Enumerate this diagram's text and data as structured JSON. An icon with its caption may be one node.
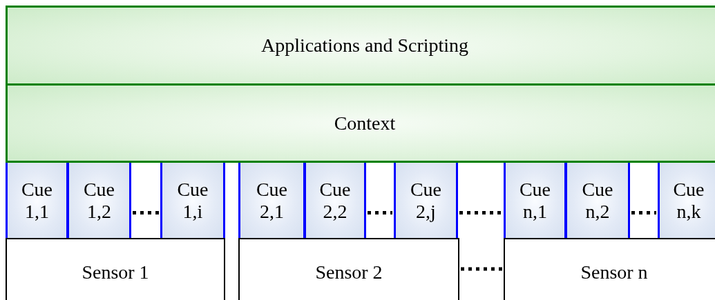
{
  "diagram": {
    "nodes": [
      {
        "text": [
          "Applications and Scripting"
        ]
      },
      {
        "text": [
          "Context"
        ]
      },
      {
        "text": [
          "Cue 1,1"
        ]
      },
      {
        "text": [
          "Cue 1,2"
        ]
      },
      {
        "text": [
          "Cue 1,i"
        ]
      },
      {
        "text": [
          "Cue 2,1"
        ]
      },
      {
        "text": [
          "Cue 2,2"
        ]
      },
      {
        "text": [
          "Cue 2,j"
        ]
      },
      {
        "text": [
          "Cue n,1"
        ]
      },
      {
        "text": [
          "Cue n,2"
        ]
      },
      {
        "text": [
          "Cue n,k"
        ]
      },
      {
        "text": [
          "Sensor 1"
        ]
      },
      {
        "text": [
          "Sensor 2"
        ]
      },
      {
        "text": [
          "Sensor n"
        ]
      }
    ],
    "edges": [
      {
        "from": 3,
        "to": 4,
        "arrow": "none",
        "style": "dashed"
      },
      {
        "from": 6,
        "to": 7,
        "arrow": "none",
        "style": "dashed"
      },
      {
        "from": 7,
        "to": 8,
        "arrow": "none",
        "style": "dashed"
      },
      {
        "from": 9,
        "to": 10,
        "arrow": "none",
        "style": "dashed"
      },
      {
        "from": 12,
        "to": 13,
        "arrow": "none",
        "style": "dashed"
      }
    ]
  }
}
